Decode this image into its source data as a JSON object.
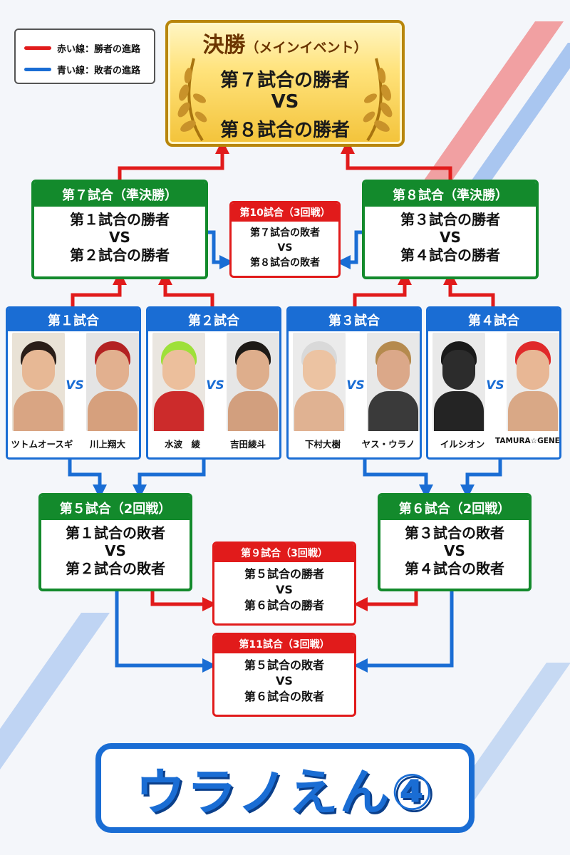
{
  "legend": {
    "red_label": "赤い線：勝者の進路",
    "blue_label": "青い線：敗者の進路",
    "red_color": "#e11b1b",
    "blue_color": "#1a6dd4"
  },
  "final": {
    "title": "決勝",
    "subtitle": "（メインイベント）",
    "line1": "第７試合の勝者",
    "vs": "VS",
    "line2": "第８試合の勝者"
  },
  "match7": {
    "head": "第７試合（準決勝）",
    "line1": "第１試合の勝者",
    "vs": "VS",
    "line2": "第２試合の勝者"
  },
  "match8": {
    "head": "第８試合（準決勝）",
    "line1": "第３試合の勝者",
    "vs": "VS",
    "line2": "第４試合の勝者"
  },
  "match10": {
    "head": "第10試合（3回戦）",
    "line1": "第７試合の敗者",
    "vs": "VS",
    "line2": "第８試合の敗者"
  },
  "match5": {
    "head": "第５試合（2回戦）",
    "line1": "第１試合の敗者",
    "vs": "VS",
    "line2": "第２試合の敗者"
  },
  "match6": {
    "head": "第６試合（2回戦）",
    "line1": "第３試合の敗者",
    "vs": "VS",
    "line2": "第４試合の敗者"
  },
  "match9": {
    "head": "第９試合（3回戦）",
    "line1": "第５試合の勝者",
    "vs": "VS",
    "line2": "第６試合の勝者"
  },
  "match11": {
    "head": "第11試合（3回戦）",
    "line1": "第５試合の敗者",
    "vs": "VS",
    "line2": "第６試合の敗者"
  },
  "first_round": [
    {
      "head": "第１試合",
      "vs": "VS",
      "left": "ツトムオースギ",
      "right": "川上翔大"
    },
    {
      "head": "第２試合",
      "vs": "VS",
      "left": "水波　綾",
      "right": "吉田綾斗"
    },
    {
      "head": "第３試合",
      "vs": "VS",
      "left": "下村大樹",
      "right": "ヤス・ウラノ"
    },
    {
      "head": "第４試合",
      "vs": "VS",
      "left": "イルシオン",
      "right": "TAMURA☆GENE☆"
    }
  ],
  "logo": {
    "text": "ウラノえん④"
  }
}
